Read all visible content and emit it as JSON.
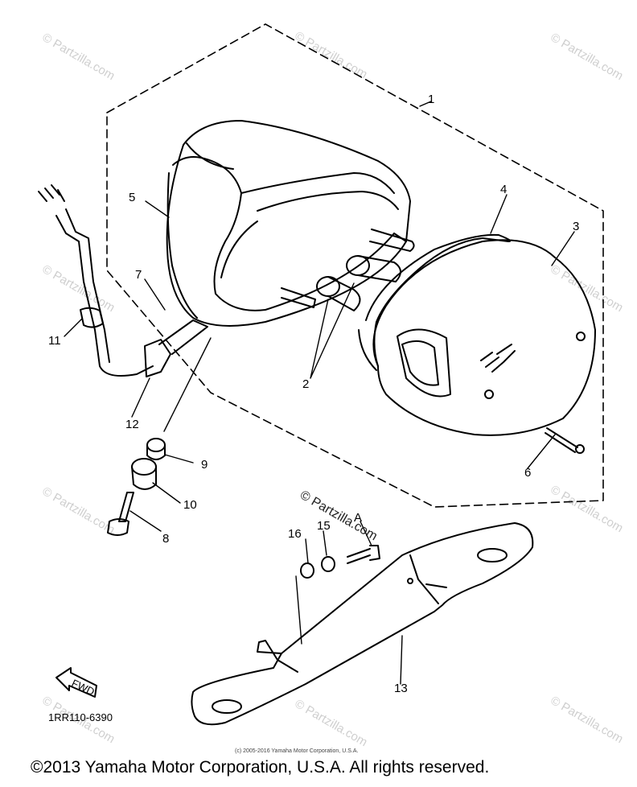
{
  "watermark": {
    "text": "© Partzilla.com",
    "center_text": "© Partzilla.com"
  },
  "callouts": [
    "1",
    "2",
    "3",
    "4",
    "5",
    "6",
    "7",
    "8",
    "9",
    "10",
    "11",
    "12",
    "13",
    "15",
    "16",
    "A"
  ],
  "part_code": "1RR110-6390",
  "direction_arrow": "FWD",
  "small_print": "(c) 2005-2016 Yamaha Motor Corporation, U.S.A.",
  "footer": {
    "copyright": "©2013 Yamaha Motor Corporation, U.S.A. All rights reserved."
  },
  "colors": {
    "ink": "#000000",
    "watermark": "#cfcfcf",
    "background": "#ffffff"
  }
}
